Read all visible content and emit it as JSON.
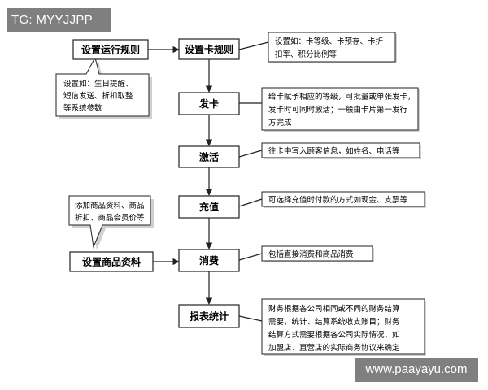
{
  "watermark_top": "TG: MYYJJPP",
  "watermark_bottom": "www.paayayu.com",
  "colors": {
    "line": "#222222",
    "box_fill": "#ffffff",
    "watermark_bg": "#7f7f7f"
  },
  "steps": {
    "card_rules": "设置卡规则",
    "issue": "发卡",
    "activate": "激活",
    "recharge": "充值",
    "consume": "消费",
    "report": "报表统计"
  },
  "side_steps": {
    "run_rules": "设置运行规则",
    "product_info": "设置商品资料"
  },
  "notes": {
    "run_rules": [
      "设置如：生日提醒、",
      "短信发送、折扣取整",
      "等系统参数"
    ],
    "product_info": [
      "添加商品资料、商品",
      "折扣、商品会员价等"
    ],
    "card_rules": [
      "设置如：卡等级、卡预存、卡折",
      "扣率、积分比例等"
    ],
    "issue": [
      "给卡赋予相应的等级，可批量或单张发卡，",
      "发卡时可同时激活；一般由卡片第一发行",
      "方完成"
    ],
    "activate": [
      "往卡中写入顾客信息，如姓名、电话等"
    ],
    "recharge": [
      "可选择充值时付款的方式如现金、支票等"
    ],
    "consume": [
      "包括直接消费和商品消费"
    ],
    "report": [
      "财务根据各公司相同或不同的财务结算",
      "需要，统计、结算系统收支账目；财务",
      "结算方式需要根据各公司实际情况，如",
      "加盟店、直营店的实际商务协议来确定"
    ]
  }
}
